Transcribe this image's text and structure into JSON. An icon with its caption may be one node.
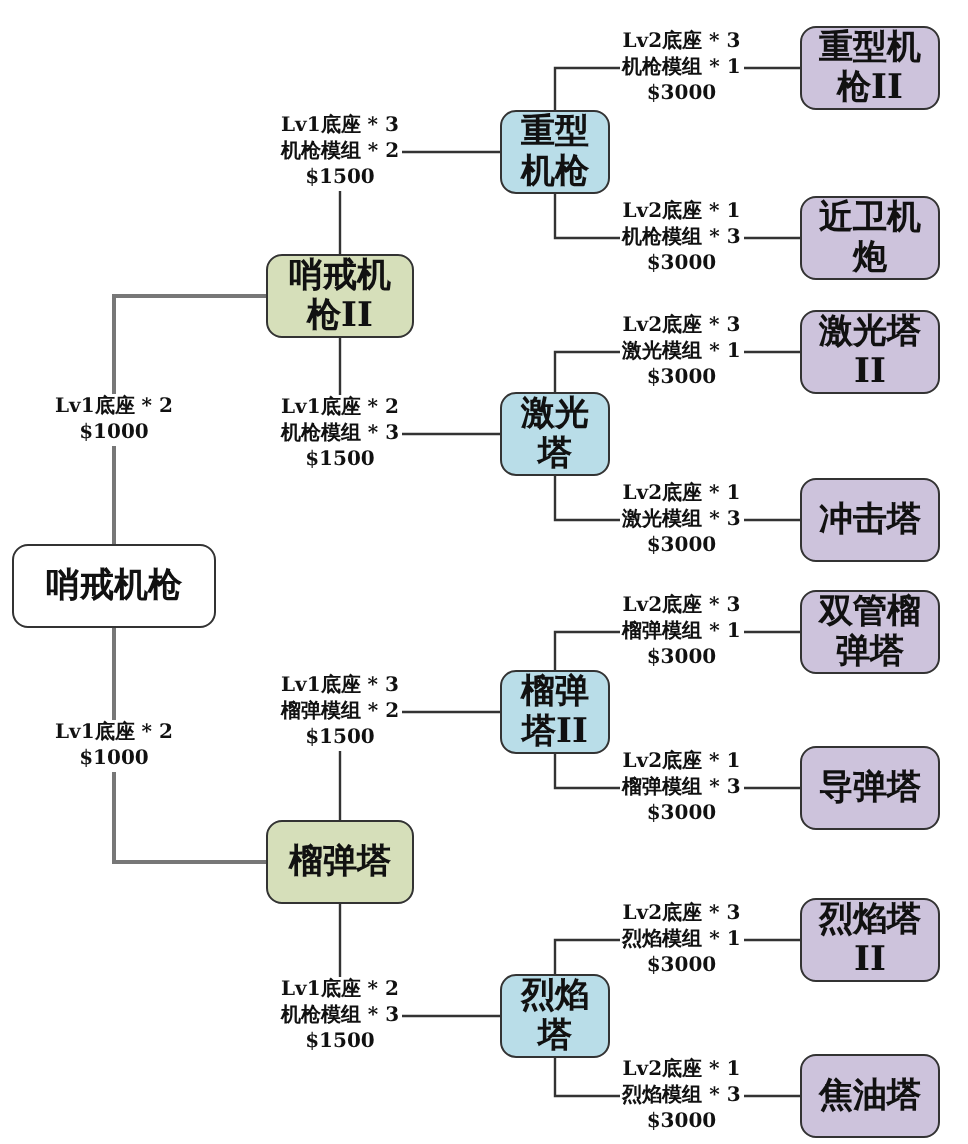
{
  "diagram": {
    "nodes": [
      {
        "text": [
          "哨戒机枪"
        ]
      },
      {
        "text": [
          "哨戒机枪II"
        ]
      },
      {
        "text": [
          "重型机枪"
        ]
      },
      {
        "text": [
          "重型机枪II"
        ]
      },
      {
        "text": [
          "近卫机炮"
        ]
      },
      {
        "text": [
          "激光塔"
        ]
      },
      {
        "text": [
          "激光塔II"
        ]
      },
      {
        "text": [
          "冲击塔"
        ]
      },
      {
        "text": [
          "榴弹塔"
        ]
      },
      {
        "text": [
          "榴弹塔II"
        ]
      },
      {
        "text": [
          "双管榴弹塔"
        ]
      },
      {
        "text": [
          "导弹塔"
        ]
      },
      {
        "text": [
          "烈焰塔"
        ]
      },
      {
        "text": [
          "烈焰塔II"
        ]
      },
      {
        "text": [
          "焦油塔"
        ]
      }
    ],
    "edges": [
      {
        "from": 0,
        "to": 1,
        "arrow": "none",
        "label": "Lv1底座 * 2 $1000"
      },
      {
        "from": 1,
        "to": 2,
        "arrow": "none",
        "label": "Lv1底座 * 3 机枪模组 * 2 $1500"
      },
      {
        "from": 2,
        "to": 3,
        "arrow": "none",
        "label": "Lv2底座 * 3 机枪模组 * 1 $3000"
      },
      {
        "from": 2,
        "to": 4,
        "arrow": "none",
        "label": "Lv2底座 * 1 机枪模组 * 3 $3000"
      },
      {
        "from": 1,
        "to": 5,
        "arrow": "none",
        "label": "Lv1底座 * 2 机枪模组 * 3 $1500"
      },
      {
        "from": 5,
        "to": 6,
        "arrow": "none",
        "label": "Lv2底座 * 3 激光模组 * 1 $3000"
      },
      {
        "from": 5,
        "to": 7,
        "arrow": "none",
        "label": "Lv2底座 * 1 激光模组 * 3 $3000"
      },
      {
        "from": 0,
        "to": 8,
        "arrow": "none",
        "label": "Lv1底座 * 2 $1000"
      },
      {
        "from": 8,
        "to": 9,
        "arrow": "none",
        "label": "Lv1底座 * 3 榴弹模组 * 2 $1500"
      },
      {
        "from": 9,
        "to": 10,
        "arrow": "none",
        "label": "Lv2底座 * 3 榴弹模组 * 1 $3000"
      },
      {
        "from": 9,
        "to": 11,
        "arrow": "none",
        "label": "Lv2底座 * 1 榴弹模组 * 3 $3000"
      },
      {
        "from": 8,
        "to": 12,
        "arrow": "none",
        "label": "Lv1底座 * 2 机枪模组 * 3 $1500"
      },
      {
        "from": 12,
        "to": 13,
        "arrow": "none",
        "label": "Lv2底座 * 3 烈焰模组 * 1 $3000"
      },
      {
        "from": 12,
        "to": 14,
        "arrow": "none",
        "label": "Lv2底座 * 1 烈焰模组 * 3 $3000"
      }
    ]
  }
}
